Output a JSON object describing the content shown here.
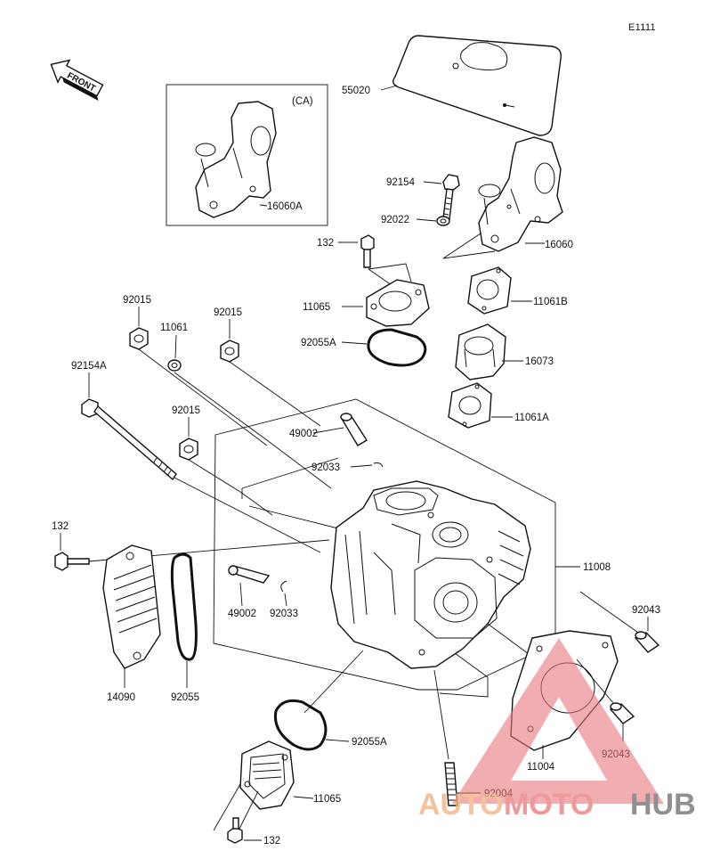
{
  "diagram_code": "E1111",
  "front_marker": "FRONT",
  "variant_box_label": "(CA)",
  "callouts": {
    "p55020": "55020",
    "p16060A": "16060A",
    "p92154": "92154",
    "p92022": "92022",
    "p132_top": "132",
    "p16060": "16060",
    "p11065_top": "11065",
    "p11061B": "11061B",
    "p92055A_top": "92055A",
    "p16073": "16073",
    "p92015_a": "92015",
    "p11061": "11061",
    "p92015_b": "92015",
    "p92154A": "92154A",
    "p11061A": "11061A",
    "p49002_top": "49002",
    "p92015_c": "92015",
    "p92033_top": "92033",
    "p132_left": "132",
    "p11008": "11008",
    "p49002_mid": "49002",
    "p92033_mid": "92033",
    "p92043_right": "92043",
    "p14090": "14090",
    "p92055": "92055",
    "p92055A_bottom": "92055A",
    "p11004": "11004",
    "p92043_bottom": "92043",
    "p92004": "92004",
    "p11065_bottom": "11065",
    "p132_bottom": "132"
  },
  "watermark": {
    "part1": "AUTO",
    "part2": "MOTO",
    "part3": "HUB",
    "colors": {
      "auto": "#f1b07a",
      "moto": "#e9777a",
      "hub": "#6b6b6b",
      "triangle": "#e9777a"
    }
  }
}
